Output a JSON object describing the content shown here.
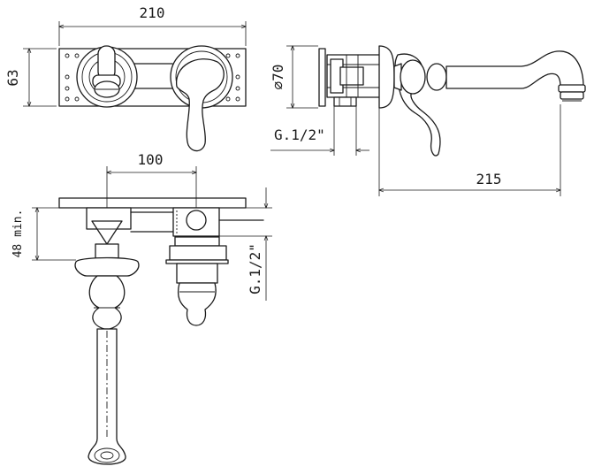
{
  "dimensions": {
    "plate_width": "210",
    "plate_height": "63",
    "flange_diameter": "⌀70",
    "thread_side": "G.1/2\"",
    "spout_reach": "215",
    "center_distance": "100",
    "install_depth": "48 min.",
    "thread_bottom": "G.1/2\""
  }
}
